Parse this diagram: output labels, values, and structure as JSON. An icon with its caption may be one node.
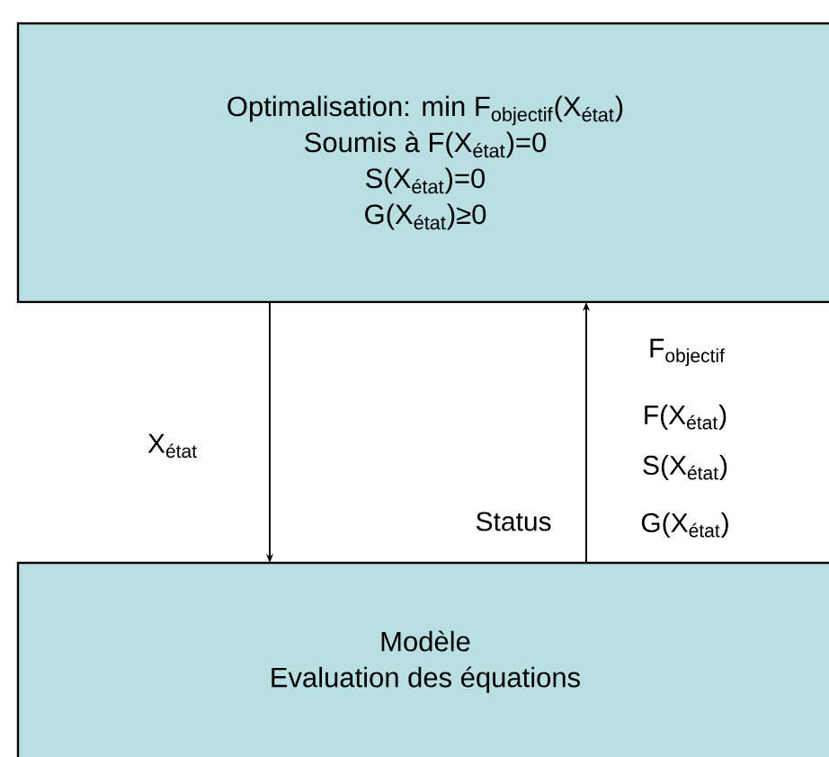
{
  "diagram": {
    "nodes": [
      {
        "text": [
          "Optimalisation: min F$_{objectif}$(X$_{état}$)",
          "Soumis à F(X$_{état}$)=0",
          "S(X$_{état}$)=0",
          "G(X$_{état}$)≥0"
        ]
      },
      {
        "text": [
          "Modèle",
          "Evaluation des équations"
        ]
      }
    ],
    "edges": [
      {
        "from": 0,
        "to": 1,
        "arrow": "to",
        "label": "X$_{état}$"
      },
      {
        "from": 1,
        "to": 0,
        "arrow": "to",
        "label": "Status"
      }
    ],
    "labels": [
      "F$_{objectif}$",
      "F(X$_{état}$)",
      "S(X$_{état}$)",
      "G(X$_{état}$)"
    ]
  }
}
